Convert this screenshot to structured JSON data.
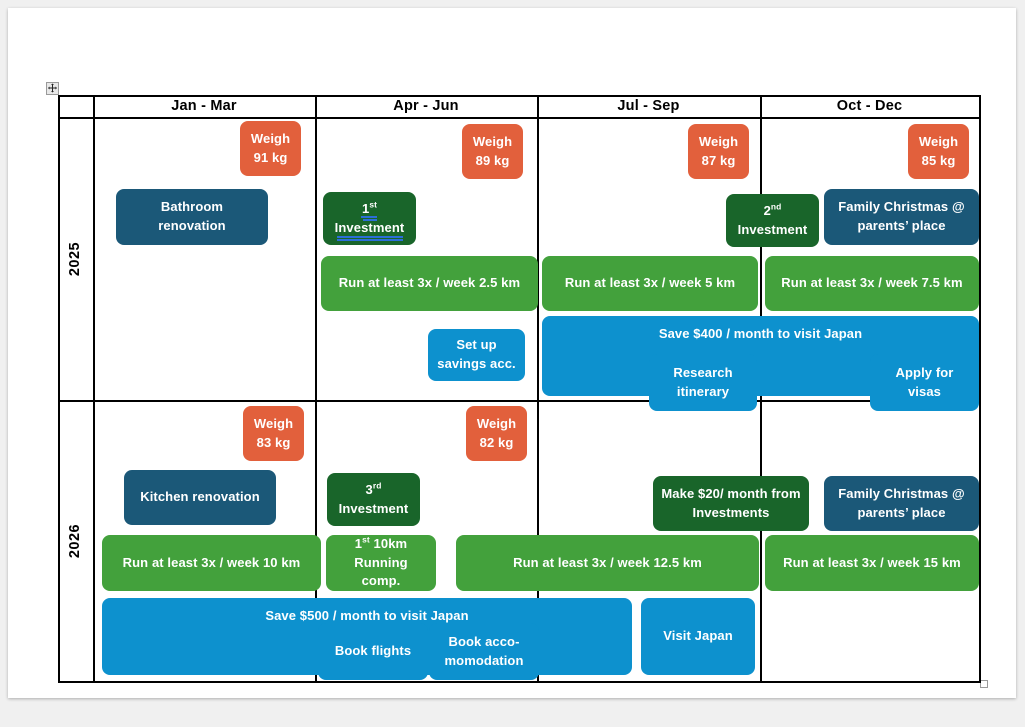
{
  "document": {
    "title": "Goals Roadmap Table",
    "move_handle_icon": "move-cross-icon",
    "resize_handle_icon": "resize-square-icon"
  },
  "colors": {
    "orange": "#e2603c",
    "teal": "#1b5878",
    "dark_green": "#19652a",
    "light_green": "#43a13c",
    "blue": "#0d91ce",
    "grid": "#000000",
    "page": "#ffffff",
    "canvas": "#f0f0f0"
  },
  "table": {
    "corner_label": "",
    "column_headers": [
      "Jan - Mar",
      "Apr - Jun",
      "Jul - Sep",
      "Oct - Dec"
    ],
    "row_headers": [
      "2025",
      "2026"
    ]
  },
  "boxes": {
    "weigh_91": {
      "line1": "Weigh",
      "line2": "91 kg"
    },
    "weigh_89": {
      "line1": "Weigh",
      "line2": "89 kg"
    },
    "weigh_87": {
      "line1": "Weigh",
      "line2": "87 kg"
    },
    "weigh_85": {
      "line1": "Weigh",
      "line2": "85 kg"
    },
    "weigh_83": {
      "line1": "Weigh",
      "line2": "83 kg"
    },
    "weigh_82": {
      "line1": "Weigh",
      "line2": "82 kg"
    },
    "bathroom": {
      "line1": "Bathroom",
      "line2": "renovation"
    },
    "kitchen": {
      "line1": "Kitchen renovation",
      "line2": ""
    },
    "invest1": {
      "ordinal": "1",
      "suffix": "st",
      "line2": "Investment"
    },
    "invest2": {
      "ordinal": "2",
      "suffix": "nd",
      "line2": "Investment"
    },
    "invest3": {
      "ordinal": "3",
      "suffix": "rd",
      "line2": "Investment"
    },
    "xmas_2025": {
      "line1": "Family Christmas @",
      "line2": "parents’ place"
    },
    "xmas_2026": {
      "line1": "Family Christmas @",
      "line2": "parents’ place"
    },
    "run_2_5": {
      "line1": "Run at least 3x / week 2.5 km"
    },
    "run_5": {
      "line1": "Run at least 3x / week 5 km"
    },
    "run_7_5": {
      "line1": "Run at least 3x / week 7.5 km"
    },
    "run_10": {
      "line1": "Run at least 3x / week 10 km"
    },
    "run_12_5": {
      "line1": "Run at least 3x / week 12.5 km"
    },
    "run_15": {
      "line1": "Run at least 3x / week 15 km"
    },
    "comp_10k": {
      "ordinal": "1",
      "suffix": "st",
      "rest": " 10km",
      "line2": "Running comp."
    },
    "savings_acc": {
      "line1": "Set up",
      "line2": "savings acc."
    },
    "save_400": {
      "line1": "Save $400 / month to visit Japan"
    },
    "research": {
      "line1": "Research",
      "line2": "itinerary"
    },
    "visas": {
      "line1": "Apply for",
      "line2": "visas"
    },
    "make_20": {
      "line1": "Make $20/ month from",
      "line2": "Investments"
    },
    "save_500": {
      "line1": "Save $500 / month to visit Japan"
    },
    "book_flights": {
      "line1": "Book flights"
    },
    "book_accom": {
      "line1": "Book acco-",
      "line2": "momodation"
    },
    "visit_japan": {
      "line1": "Visit Japan"
    }
  }
}
